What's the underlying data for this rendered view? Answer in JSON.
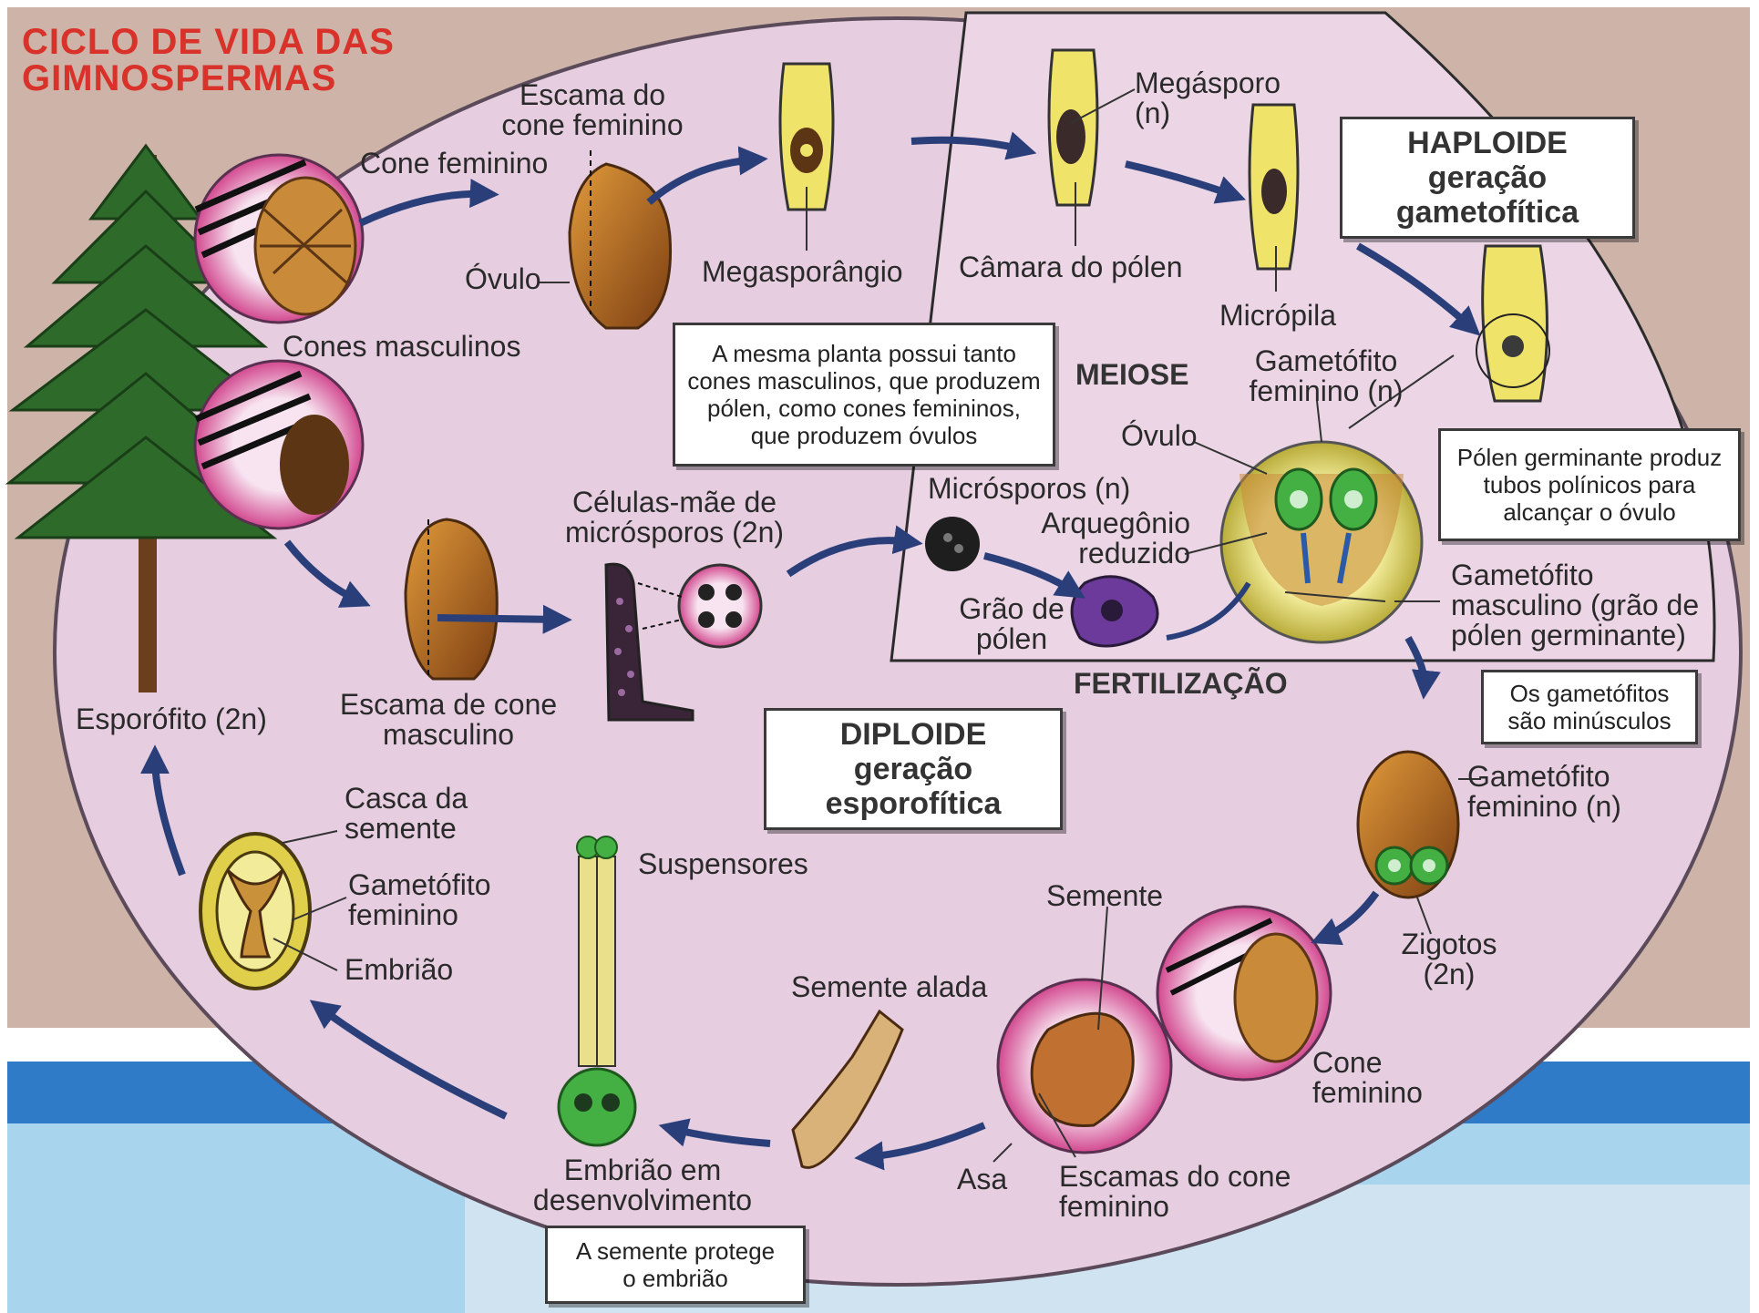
{
  "title": {
    "line1": "CICLO DE VIDA DAS",
    "line2": "GIMNOSPERMAS"
  },
  "colors": {
    "outer_background": "#cdb3a8",
    "ellipse_fill": "#e6cde0",
    "haploid_fill": "#ecd6e6",
    "accent_red": "#d8322a",
    "arrow_blue": "#2a3f7a",
    "bottom_band_blue": "#2f7bc8",
    "bottom_band_light": "#a8d4ee"
  },
  "section_labels": {
    "meiose": "MEIOSE",
    "fertilizacao": "FERTILIZAÇÃO"
  },
  "boxes": {
    "haploide": {
      "line1": "HAPLOIDE",
      "line2": "geração",
      "line3": "gametofítica"
    },
    "diploide": {
      "line1": "DIPLOIDE",
      "line2": "geração",
      "line3": "esporofítica"
    },
    "mesma_planta": {
      "line1": "A mesma planta possui tanto",
      "line2": "cones masculinos, que produzem",
      "line3": "pólen, como cones femininos,",
      "line4": "que produzem óvulos"
    },
    "polen_germinante": {
      "line1": "Pólen germinante produz",
      "line2": "tubos polínicos para",
      "line3": "alcançar o óvulo"
    },
    "gametofitos_minusculos": {
      "line1": "Os gametófitos",
      "line2": "são minúsculos"
    },
    "semente_protege": {
      "line1": "A semente protege",
      "line2": "o embrião"
    }
  },
  "labels": {
    "cone_feminino_top": "Cone feminino",
    "cones_masculinos": "Cones masculinos",
    "escama_cone_feminino": {
      "line1": "Escama do",
      "line2": "cone feminino"
    },
    "ovulo_top": "Óvulo",
    "megasporangio": "Megasporângio",
    "megasporo": {
      "line1": "Megásporo",
      "line2": "(n)"
    },
    "camara_polen": "Câmara do pólen",
    "micropila": "Micrópila",
    "gametofito_feminino_n": {
      "line1": "Gametófito",
      "line2": "feminino (n)"
    },
    "ovulo_right": "Óvulo",
    "microsporos": "Micrósporos (n)",
    "arquegonio": {
      "line1": "Arquegônio",
      "line2": "reduzido"
    },
    "grao_polen": {
      "line1": "Grão de",
      "line2": "pólen"
    },
    "gametofito_masculino": {
      "line1": "Gametófito",
      "line2": "masculino (grão de",
      "line3": "pólen germinante)"
    },
    "celulas_mae": {
      "line1": "Células-mãe de",
      "line2": "micrósporos (2n)"
    },
    "escama_cone_masculino": {
      "line1": "Escama de cone",
      "line2": "masculino"
    },
    "esporofito": "Esporófito (2n)",
    "gametofito_feminino_lower": {
      "line1": "Gametófito",
      "line2": "feminino (n)"
    },
    "zigotos": {
      "line1": "Zigotos",
      "line2": "(2n)"
    },
    "semente": "Semente",
    "cone_feminino_bottom": {
      "line1": "Cone",
      "line2": "feminino"
    },
    "escamas_cone_feminino": {
      "line1": "Escamas do cone",
      "line2": "feminino"
    },
    "asa": "Asa",
    "semente_alada": "Semente alada",
    "suspensores": "Suspensores",
    "embriao_desenvolvimento": {
      "line1": "Embrião em",
      "line2": "desenvolvimento"
    },
    "casca_semente": {
      "line1": "Casca da",
      "line2": "semente"
    },
    "gametofito_feminino_seed": {
      "line1": "Gametófito",
      "line2": "feminino"
    },
    "embriao": "Embrião"
  },
  "icons": [
    "pine-tree-icon",
    "female-cone-icon",
    "male-cone-icon",
    "ovule-icon",
    "pollen-grain-icon",
    "seed-icon",
    "embryo-icon",
    "winged-seed-icon"
  ]
}
